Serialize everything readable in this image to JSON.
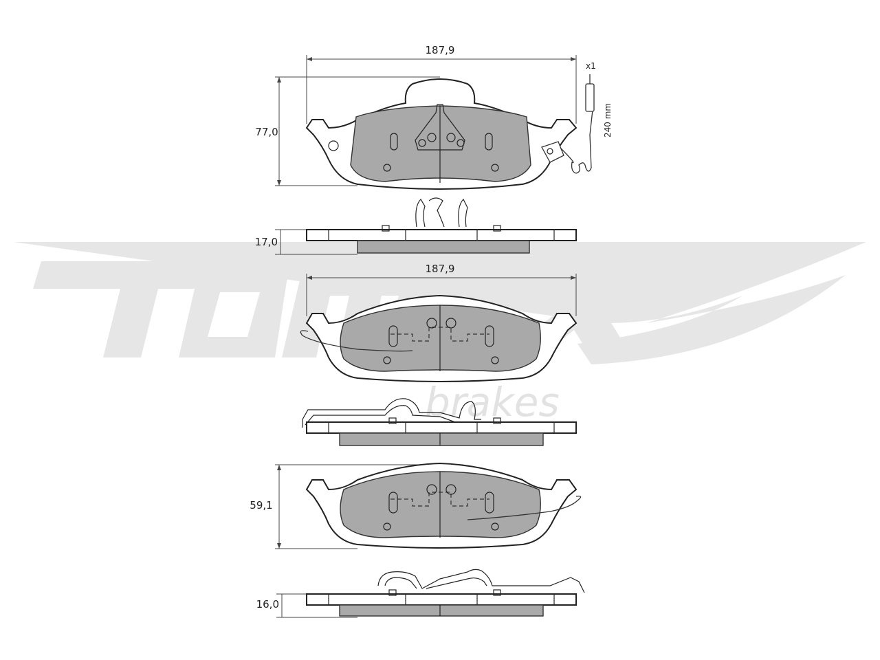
{
  "watermark": {
    "brand": "TOMEX",
    "sub": "brakes"
  },
  "views": {
    "view1": {
      "width_label": "187,9",
      "height_label": "77,0"
    },
    "view2": {
      "thickness_label": "17,0"
    },
    "view3": {
      "width_label": "187,9"
    },
    "view5": {
      "height_label": "59,1"
    },
    "view6": {
      "thickness_label": "16,0"
    }
  },
  "sensor": {
    "quantity_label": "x1",
    "length_label": "240 mm"
  },
  "colors": {
    "pad_fill": "#a9a9a9",
    "outline": "#222222",
    "watermark": "#e2e2e2"
  }
}
